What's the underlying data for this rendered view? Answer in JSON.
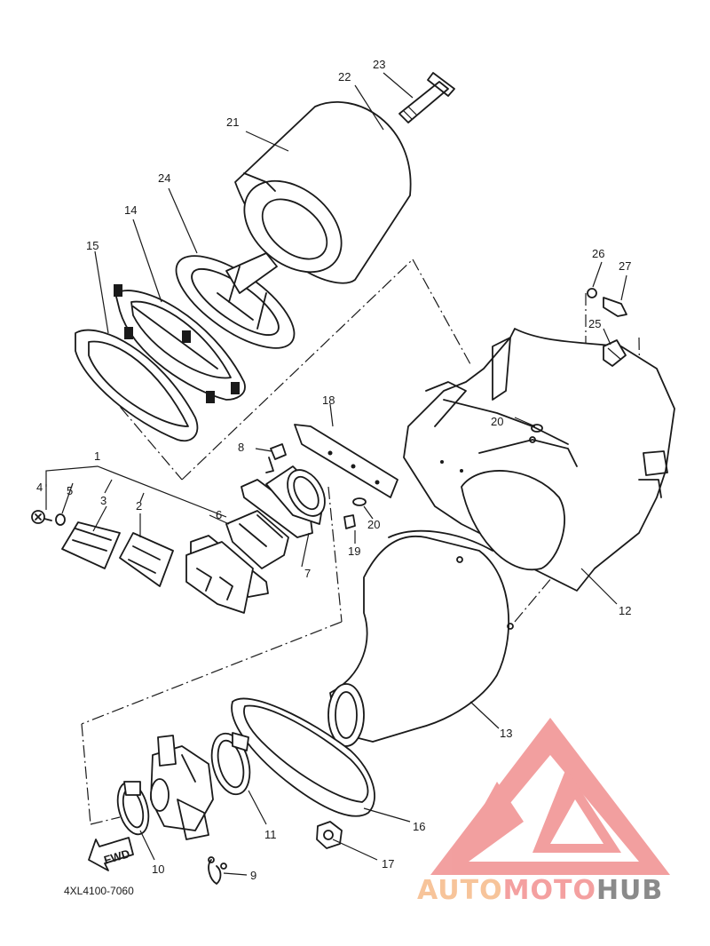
{
  "callouts": [
    {
      "id": "c1",
      "text": "1"
    },
    {
      "id": "c2",
      "text": "2"
    },
    {
      "id": "c3",
      "text": "3"
    },
    {
      "id": "c4",
      "text": "4"
    },
    {
      "id": "c5",
      "text": "5"
    },
    {
      "id": "c6",
      "text": "6"
    },
    {
      "id": "c7",
      "text": "7"
    },
    {
      "id": "c8",
      "text": "8"
    },
    {
      "id": "c9",
      "text": "9"
    },
    {
      "id": "c10",
      "text": "10"
    },
    {
      "id": "c11",
      "text": "11"
    },
    {
      "id": "c12",
      "text": "12"
    },
    {
      "id": "c13",
      "text": "13"
    },
    {
      "id": "c14",
      "text": "14"
    },
    {
      "id": "c15",
      "text": "15"
    },
    {
      "id": "c16",
      "text": "16"
    },
    {
      "id": "c17",
      "text": "17"
    },
    {
      "id": "c18",
      "text": "18"
    },
    {
      "id": "c19",
      "text": "19"
    },
    {
      "id": "c20a",
      "text": "20"
    },
    {
      "id": "c20b",
      "text": "20"
    },
    {
      "id": "c21",
      "text": "21"
    },
    {
      "id": "c22",
      "text": "22"
    },
    {
      "id": "c23",
      "text": "23"
    },
    {
      "id": "c24",
      "text": "24"
    },
    {
      "id": "c25",
      "text": "25"
    },
    {
      "id": "c26",
      "text": "26"
    },
    {
      "id": "c27",
      "text": "27"
    }
  ],
  "diagram_code": "4XL4100-7060",
  "fwd_label": "FWD",
  "watermark": {
    "auto": "AUTO",
    "moto": "MOTO",
    "hub": "HUB",
    "colors": {
      "auto": "#f7c49a",
      "moto": "#f4a0a0",
      "hub": "#8a8a8a",
      "logo": "#f08f8f"
    }
  }
}
